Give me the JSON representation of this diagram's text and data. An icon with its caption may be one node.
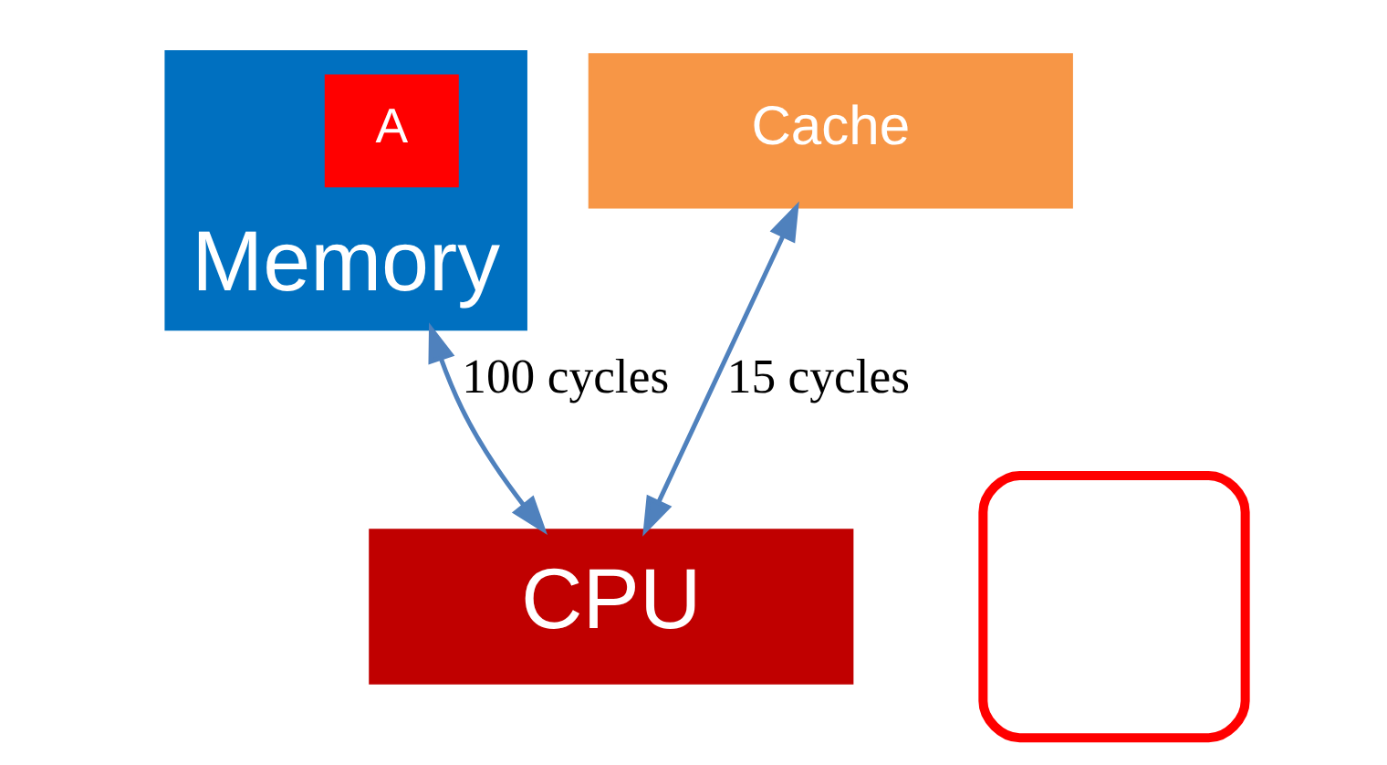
{
  "diagram": {
    "nodes": [
      {
        "text": [
          "Memory"
        ]
      },
      {
        "text": [
          "A"
        ],
        "in": 0
      },
      {
        "text": [
          "Cache"
        ]
      },
      {
        "text": [
          "CPU"
        ]
      },
      {
        "text": [],
        "shape": "box"
      }
    ],
    "edges": [
      {
        "from": 3,
        "to": 0,
        "arrow": "both",
        "label": "100 cycles"
      },
      {
        "from": 3,
        "to": 2,
        "arrow": "both",
        "label": "15 cycles"
      }
    ]
  }
}
